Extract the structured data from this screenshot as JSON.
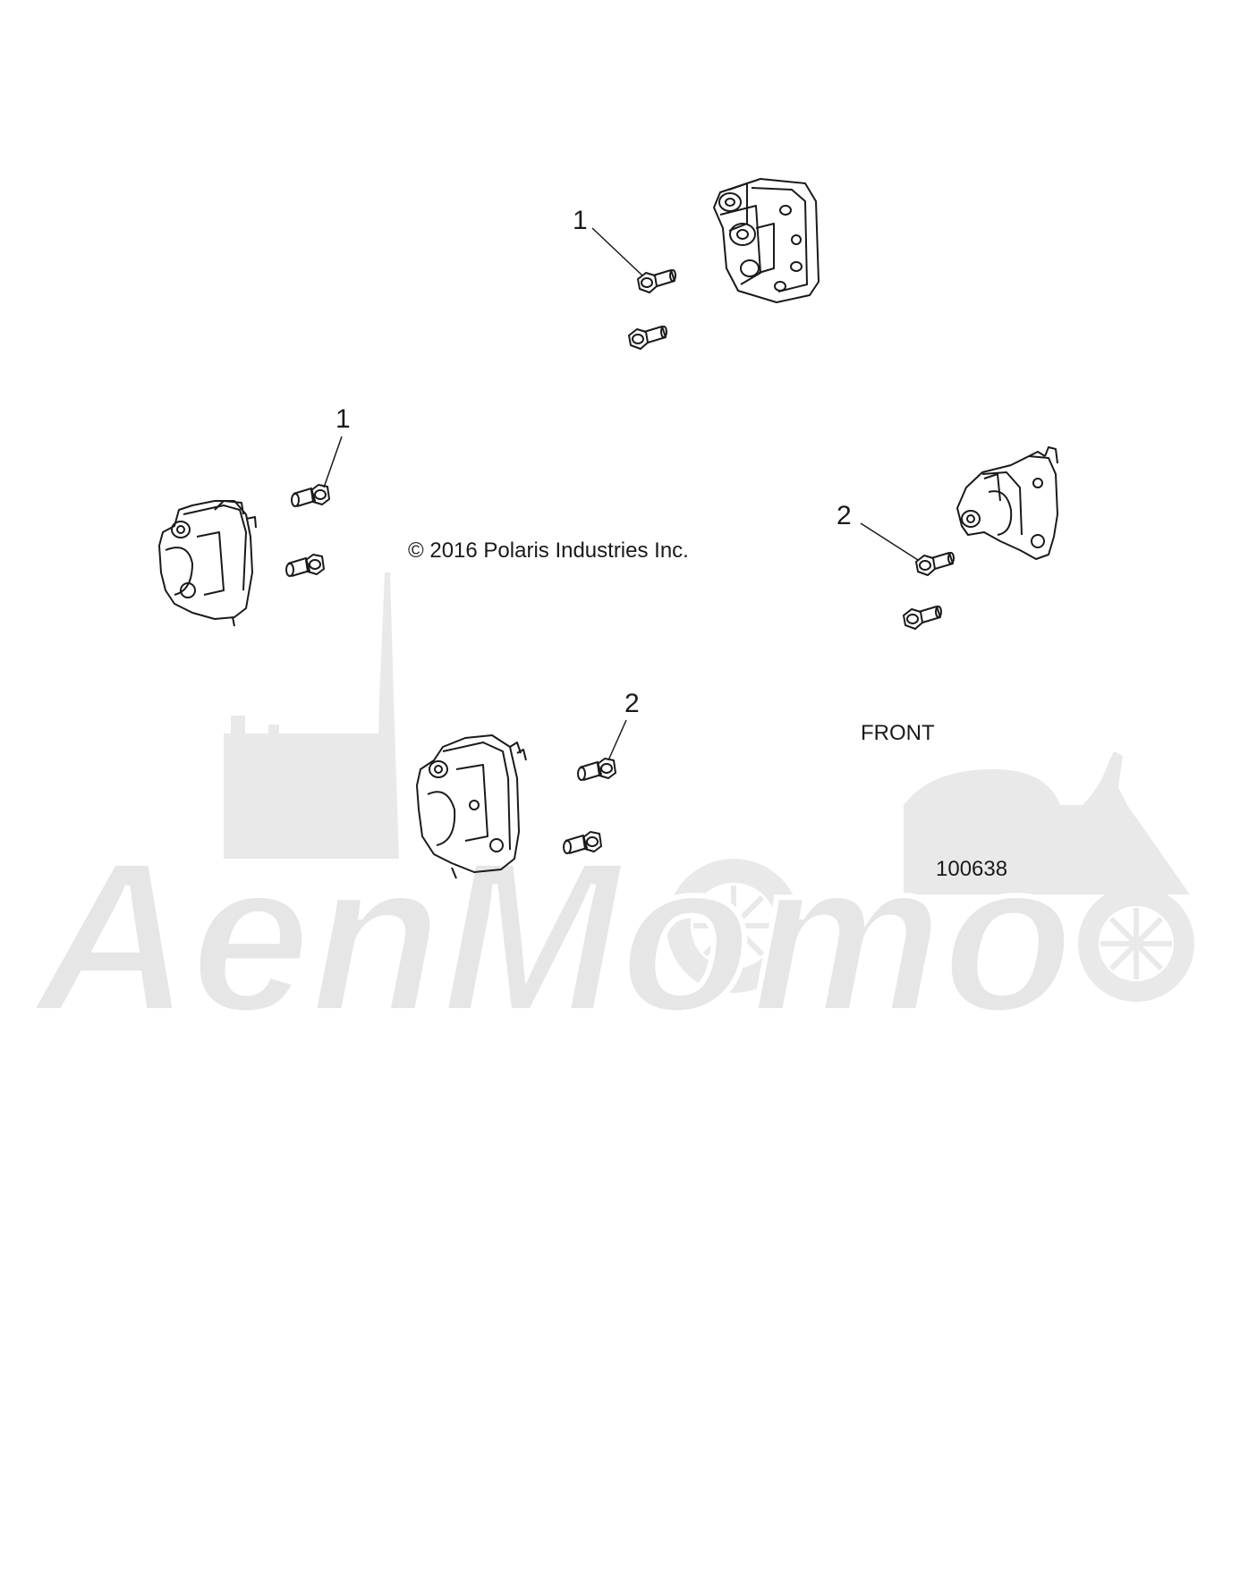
{
  "diagram": {
    "copyright": "© 2016 Polaris Industries Inc.",
    "orientation_label": "FRONT",
    "figure_number": "100638",
    "callouts": [
      "1",
      "1",
      "2",
      "2"
    ],
    "watermark": {
      "text": "AenMomo",
      "color": "#e6e6e6"
    },
    "line_color": "#1a1a1a"
  }
}
